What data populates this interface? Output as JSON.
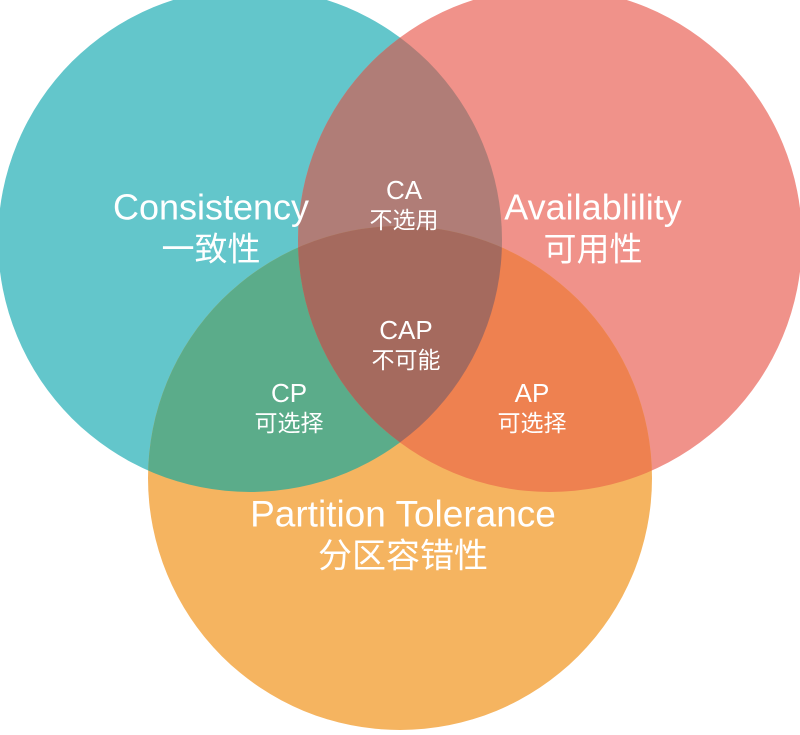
{
  "diagram": {
    "type": "venn",
    "topic": "CAP theorem",
    "background_color": "#ffffff",
    "text_color": "#ffffff",
    "sets": [
      {
        "id": "consistency",
        "label_en": "Consistency",
        "label_zh": "一致性",
        "color": "#63c6cb"
      },
      {
        "id": "availability",
        "label_en": "Availablility",
        "label_zh": "可用性",
        "color": "#f0928a"
      },
      {
        "id": "partition",
        "label_en": "Partition Tolerance",
        "label_zh": "分区容错性",
        "color": "#f5b460"
      }
    ],
    "overlaps": [
      {
        "id": "ca",
        "between": [
          "consistency",
          "availability"
        ],
        "label": "CA",
        "note": "不选用",
        "color": "#b07d77"
      },
      {
        "id": "cp",
        "between": [
          "consistency",
          "partition"
        ],
        "label": "CP",
        "note": "可选择",
        "color": "#5bac8a"
      },
      {
        "id": "ap",
        "between": [
          "availability",
          "partition"
        ],
        "label": "AP",
        "note": "可选择",
        "color": "#ee8150"
      },
      {
        "id": "cap",
        "between": [
          "consistency",
          "availability",
          "partition"
        ],
        "label": "CAP",
        "note": "不可能",
        "color": "#a56a5e"
      }
    ]
  }
}
